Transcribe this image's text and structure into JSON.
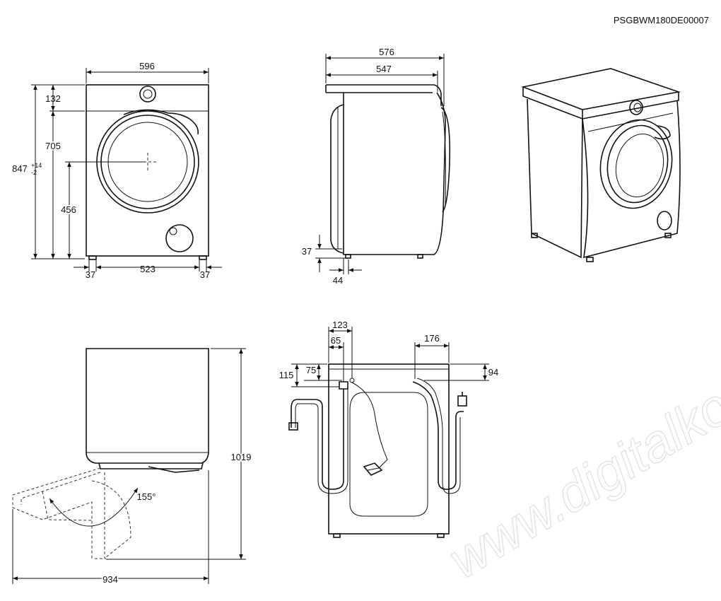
{
  "code": "PSGBWM180DE00007",
  "watermark": "www.digitalko.hu",
  "front": {
    "width": "596",
    "height_top": "132",
    "height_door": "705",
    "height_total": "847",
    "tol_plus": "+14",
    "tol_minus": "-2",
    "door_center": "456",
    "foot_left": "37",
    "foot_span": "523",
    "foot_right": "37"
  },
  "side": {
    "depth_total": "576",
    "depth_body": "547",
    "foot_height": "37",
    "foot_offset": "44"
  },
  "top": {
    "depth_open": "1019",
    "width_open": "934",
    "angle": "155°"
  },
  "back": {
    "a": "123",
    "b": "65",
    "c": "176",
    "d": "115",
    "e": "75",
    "f": "94"
  }
}
